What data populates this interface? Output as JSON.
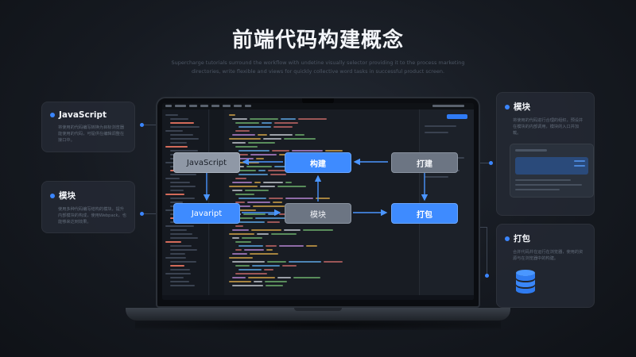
{
  "header": {
    "title": "前端代码构建概念",
    "subtitle": "Supercharge tutorials surround the workflow with undetine visually selector providing it to the process marketing directories, write flexible and views for quickly collective word tasks in successful product screen."
  },
  "cards": {
    "javascript": {
      "title": "JavaScript",
      "desc": "将使用的代码编写转换为目标浏览器能使用的代码，可提供在编辑调整在接口中。"
    },
    "module_left": {
      "title": "模块",
      "desc": "使用多种代码编写结构的模块，提升内部模块的构成，使用Webpack，也能够来达到效果。"
    },
    "module_right": {
      "title": "模块",
      "desc": "将使用的代码进行合理的组织，预设并在模块的内部调用，模块的入口并加载。"
    },
    "bundle": {
      "title": "打包",
      "desc": "合并代码并在运行在浏览器，使用的资源与在浏览器中的构建。"
    }
  },
  "flow": {
    "javascript_top": "JavaScript",
    "build": "构建",
    "pack_top": "打建",
    "javascript_bottom": "Javaript",
    "module": "模块",
    "bundle": "打包"
  },
  "icons": {
    "card_bullet": "dot-icon",
    "bundle": "database-icon"
  },
  "colors": {
    "accent": "#3e8bff",
    "background": "#161a21",
    "card": "#242a34"
  }
}
